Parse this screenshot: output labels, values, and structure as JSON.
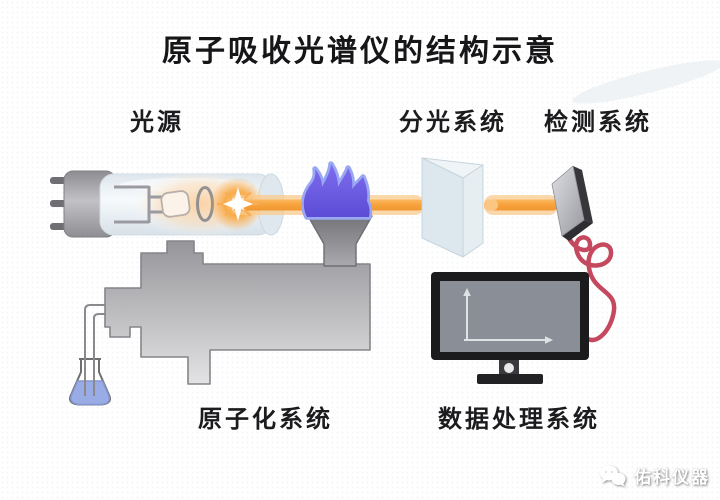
{
  "title": "原子吸收光谱仪的结构示意",
  "labels": {
    "light_source": "光源",
    "dispersion_system": "分光系统",
    "detection_system": "检测系统",
    "atomization_system": "原子化系统",
    "data_processing_system": "数据处理系统"
  },
  "watermark": {
    "brand": "佑科仪器"
  },
  "colors": {
    "beam_orange": "#F7A23B",
    "flame_purple": "#6B5CE3",
    "flame_outline": "#9AA7F2",
    "cable_red": "#C4495F",
    "liquid_blue": "#9AACE5",
    "machine_gray": "#B9B9BD",
    "screen_gray": "#8A8F97",
    "prism_blue": "#DDE8EE",
    "text_color": "#1C1C1E"
  }
}
